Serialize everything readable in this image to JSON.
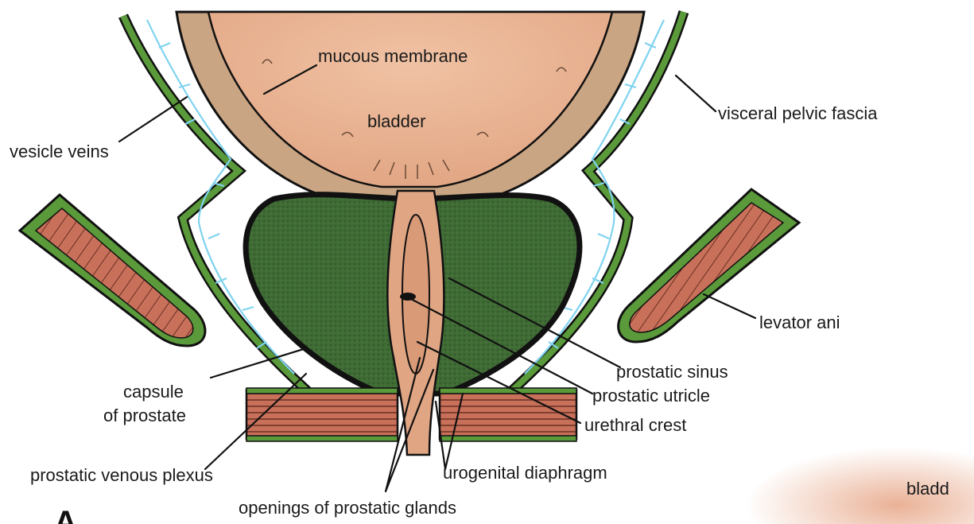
{
  "labels": {
    "mucous_membrane": "mucous membrane",
    "bladder": "bladder",
    "visceral_pelvic_fascia": "visceral pelvic fascia",
    "vesicle_veins": "vesicle veins",
    "levator_ani": "levator ani",
    "prostatic_sinus": "prostatic sinus",
    "prostatic_utricle": "prostatic utricle",
    "urethral_crest": "urethral crest",
    "capsule_line1": "capsule",
    "capsule_line2": "of prostate",
    "prostatic_venous_plexus": "prostatic venous plexus",
    "urogenital_diaphragm": "urogenital diaphragm",
    "openings_of_prostatic_glands": "openings of prostatic glands",
    "panel_letter": "A",
    "cropped_bladder": "bladd"
  },
  "colors": {
    "bladder_fill": "#e8b08e",
    "bladder_wall": "#c9a583",
    "prostate_green": "#3f6b35",
    "fascia_green": "#5a9a3a",
    "muscle_red": "#c8705a",
    "vein_blue": "#7fd3ef",
    "outline": "#111111"
  }
}
